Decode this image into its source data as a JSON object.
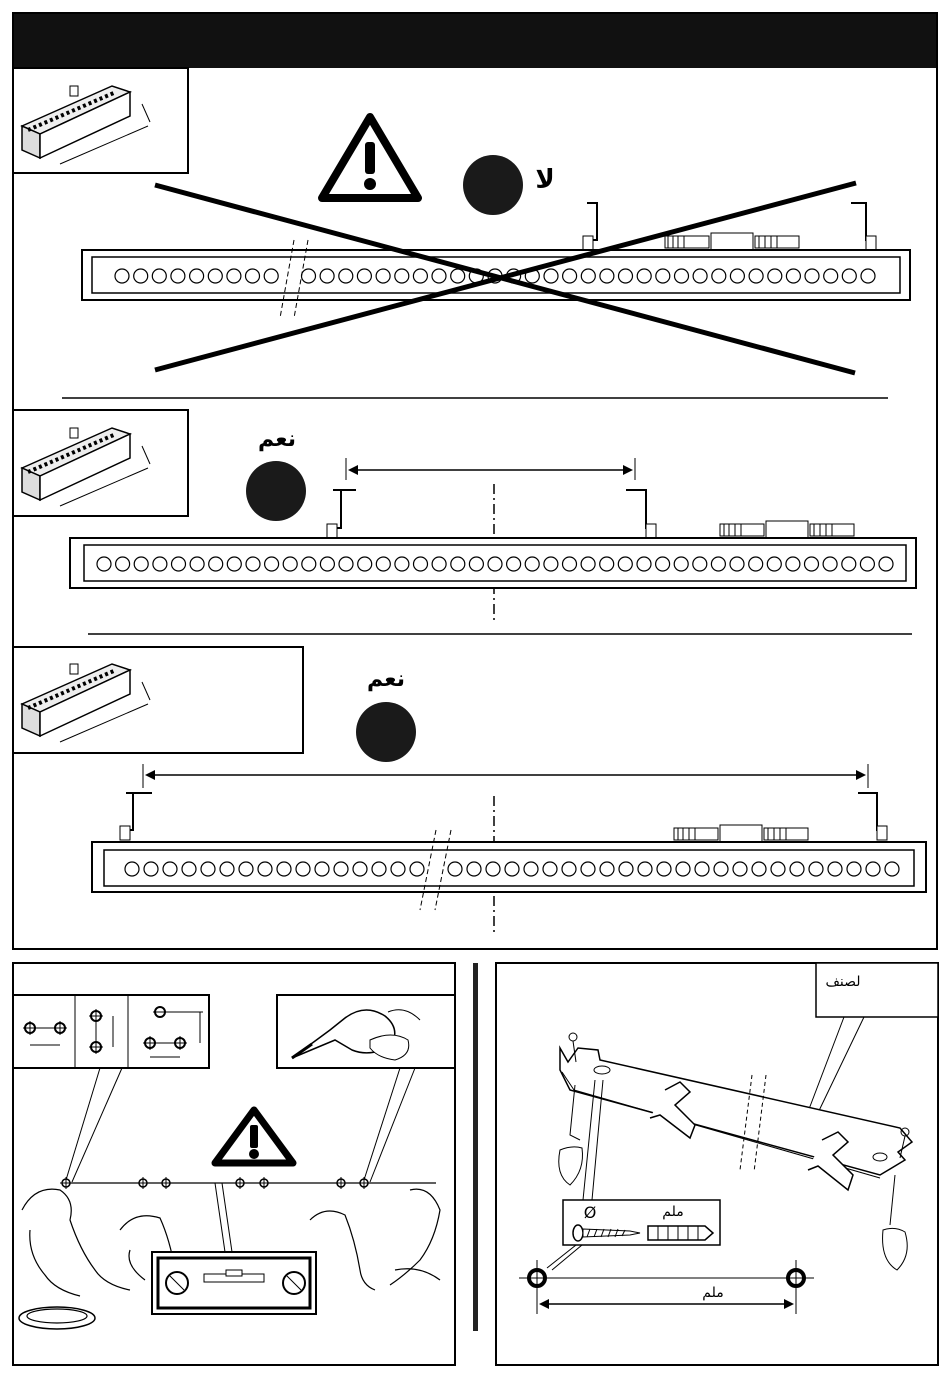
{
  "header": {
    "title": ""
  },
  "section_no": {
    "label": "لا"
  },
  "section_yes_1": {
    "label": "نعم"
  },
  "section_yes_2": {
    "label": "نعم"
  },
  "bracket_panel": {
    "callout_label": "لصنف",
    "screw_label": "ملم",
    "distance_label": "ملم",
    "diameter_symbol": "Ø"
  }
}
